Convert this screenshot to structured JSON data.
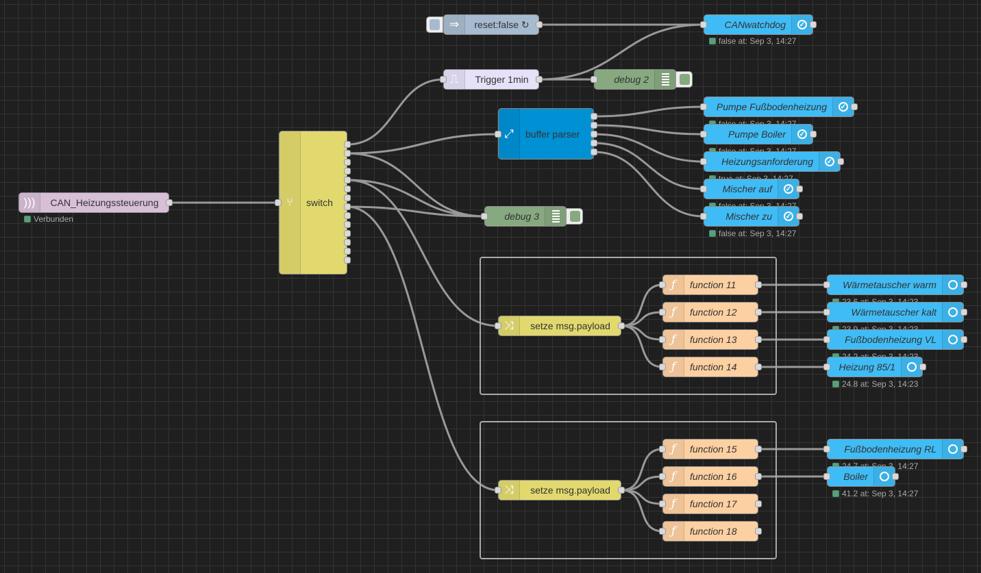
{
  "workspace": {
    "grid": true
  },
  "colors": {
    "inject": "#a6bbcf",
    "trigger": "#e6e0f8",
    "debug": "#87a980",
    "switch": "#e2d96e",
    "buffer": "#0090d4",
    "change": "#e2d96e",
    "function": "#fdd0a2",
    "ui": "#3fbcf5",
    "can": "#d8bfd8",
    "status_ok": "#5a9e7a",
    "wire": "#999999"
  },
  "nodes": {
    "can": {
      "label": "CAN_Heizungssteuerung",
      "icon": "can-bus-icon",
      "status": "Verbunden"
    },
    "switch": {
      "label": "switch",
      "icon": "switch-icon",
      "outputs": 14
    },
    "inject": {
      "label": "reset:false ↻",
      "icon": "inject-arrow-icon"
    },
    "trigger": {
      "label": "Trigger 1min",
      "icon": "trigger-pulse-icon"
    },
    "debug2": {
      "label": "debug 2",
      "icon": "debug-icon"
    },
    "debug3": {
      "label": "debug 3",
      "icon": "debug-icon"
    },
    "buffer": {
      "label": "buffer parser",
      "icon": "expand-icon",
      "outputs": 5
    },
    "watchdog": {
      "label": "CANwatchdog",
      "status": "false at: Sep 3, 14:27"
    },
    "outs": [
      {
        "label": "Pumpe Fußbodenheizung",
        "status": "false at: Sep 3, 14:27"
      },
      {
        "label": "Pumpe Boiler",
        "status": "false at: Sep 3, 14:27"
      },
      {
        "label": "Heizungsanforderung",
        "status": "true at: Sep 3, 14:27"
      },
      {
        "label": "Mischer auf",
        "status": "false at: Sep 3, 14:27"
      },
      {
        "label": "Mischer zu",
        "status": "false at: Sep 3, 14:27"
      }
    ],
    "change1": {
      "label": "setze msg.payload",
      "icon": "shuffle-icon"
    },
    "change2": {
      "label": "setze msg.payload",
      "icon": "shuffle-icon"
    },
    "functions": [
      "function 11",
      "function 12",
      "function 13",
      "function 14",
      "function 15",
      "function 16",
      "function 17",
      "function 18"
    ],
    "gauges": [
      {
        "label": "Wärmetauscher warm",
        "status": "23.6 at: Sep 3, 14:23"
      },
      {
        "label": "Wärmetauscher kalt",
        "status": "23.9 at: Sep 3, 14:23"
      },
      {
        "label": "Fußbodenheizung VL",
        "status": "24.2 at: Sep 3, 14:23"
      },
      {
        "label": "Heizung 85/1",
        "status": "24.8 at: Sep 3, 14:23"
      },
      {
        "label": "Fußbodenheizung RL",
        "status": "24.7 at: Sep 3, 14:27"
      },
      {
        "label": "Boiler",
        "status": "41.2 at: Sep 3, 14:27"
      }
    ]
  }
}
